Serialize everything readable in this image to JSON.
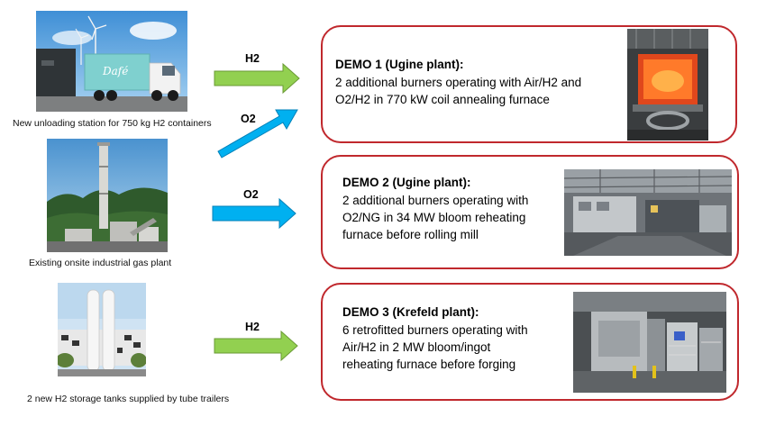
{
  "sources": [
    {
      "caption": "New unloading station for 750 kg H2 containers",
      "truck_logo": "Dafé"
    },
    {
      "caption": "Existing onsite industrial gas plant"
    },
    {
      "caption": "2 new H2 storage tanks supplied by tube trailers"
    }
  ],
  "arrows": [
    {
      "label": "H2",
      "color": "#92d050"
    },
    {
      "label": "O2",
      "color": "#00b0f0"
    },
    {
      "label": "O2",
      "color": "#00b0f0"
    },
    {
      "label": "H2",
      "color": "#92d050"
    }
  ],
  "demos": [
    {
      "title": "DEMO 1 (Ugine plant):",
      "lines": [
        "2 additional burners operating with Air/H2 and",
        "O2/H2 in 770 kW coil annealing furnace"
      ]
    },
    {
      "title": "DEMO 2 (Ugine plant):",
      "lines": [
        "2 additional burners operating with",
        "O2/NG in 34 MW bloom reheating",
        "furnace before rolling mill"
      ]
    },
    {
      "title": "DEMO 3 (Krefeld plant):",
      "lines": [
        "6 retrofitted burners operating with",
        "Air/H2 in 2 MW bloom/ingot",
        "reheating furnace before forging"
      ]
    }
  ],
  "colors": {
    "box_border": "#c0282d",
    "h2_arrow": "#92d050",
    "o2_arrow": "#00b0f0"
  }
}
